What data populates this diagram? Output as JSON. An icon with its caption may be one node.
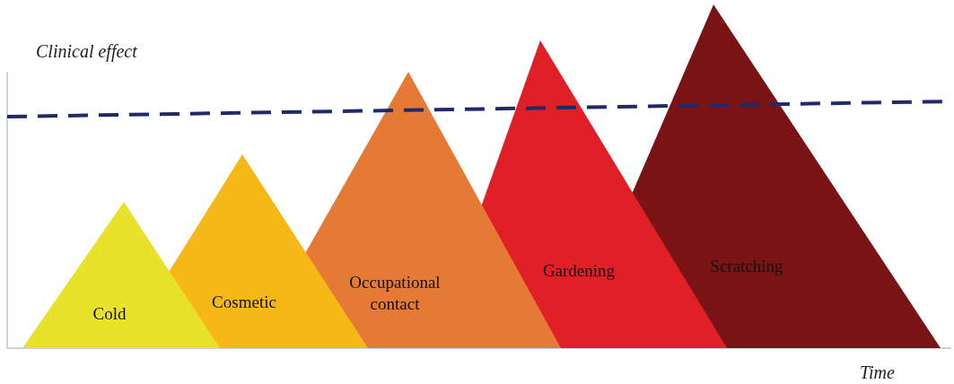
{
  "diagram": {
    "nodes": [
      {
        "text": [
          "Cold"
        ]
      },
      {
        "text": [
          "Cosmetic"
        ]
      },
      {
        "text": [
          "Occupational contact"
        ]
      },
      {
        "text": [
          "Gardening"
        ]
      },
      {
        "text": [
          "Scratching"
        ]
      }
    ],
    "labels": [
      "Clinical effect",
      "Time"
    ]
  }
}
